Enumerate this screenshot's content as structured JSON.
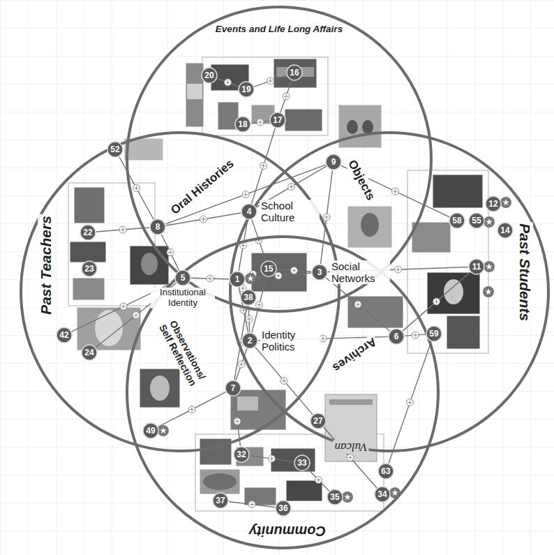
{
  "diagram": {
    "nodes": [
      {
        "text": [
          "Events and Life Long Affairs"
        ]
      },
      {
        "text": [
          "Past Teachers"
        ]
      },
      {
        "text": [
          "Past Students"
        ]
      },
      {
        "text": [
          "Community"
        ]
      },
      {
        "text": [
          "20"
        ],
        "in": 0
      },
      {
        "text": [
          "16"
        ],
        "in": 0
      },
      {
        "text": [
          "19"
        ],
        "in": 0
      },
      {
        "text": [
          "18"
        ],
        "in": 0
      },
      {
        "text": [
          "17"
        ],
        "in": 0
      },
      {
        "text": [
          "52"
        ],
        "in": 1
      },
      {
        "text": [
          "9"
        ]
      },
      {
        "text": [
          "4",
          "School Culture"
        ]
      },
      {
        "text": [
          "58"
        ],
        "in": 2
      },
      {
        "text": [
          "55"
        ],
        "in": 2
      },
      {
        "text": [
          "12"
        ],
        "in": 2
      },
      {
        "text": [
          "14"
        ],
        "in": 2
      },
      {
        "text": [
          "8"
        ]
      },
      {
        "text": [
          "22"
        ],
        "in": 1
      },
      {
        "text": [
          "23"
        ],
        "in": 1
      },
      {
        "text": [
          "11"
        ],
        "in": 2
      },
      {
        "text": [
          "15"
        ]
      },
      {
        "text": [
          "3",
          "Social Networks"
        ]
      },
      {
        "text": [
          "5",
          "Institutional Identity"
        ]
      },
      {
        "text": [
          "1"
        ]
      },
      {
        "text": [
          "38"
        ]
      },
      {
        "text": [
          "42"
        ],
        "in": 1
      },
      {
        "text": [
          "2",
          "Identity Politics"
        ]
      },
      {
        "text": [
          "6"
        ]
      },
      {
        "text": [
          "59"
        ],
        "in": 2
      },
      {
        "text": [
          "24"
        ],
        "in": 1
      },
      {
        "text": [
          "7"
        ]
      },
      {
        "text": [
          "27"
        ]
      },
      {
        "text": [
          "49"
        ]
      },
      {
        "text": [
          "32"
        ],
        "in": 3
      },
      {
        "text": [
          "33"
        ],
        "in": 3
      },
      {
        "text": [
          "63"
        ],
        "in": 3
      },
      {
        "text": [
          "34"
        ],
        "in": 3
      },
      {
        "text": [
          "37"
        ],
        "in": 3
      },
      {
        "text": [
          "35"
        ],
        "in": 3
      },
      {
        "text": [
          "36"
        ],
        "in": 3
      }
    ],
    "edges": [
      {
        "from": 23,
        "to": 11,
        "arrow": "none"
      },
      {
        "from": 23,
        "to": 21,
        "arrow": "none"
      },
      {
        "from": 23,
        "to": 26,
        "arrow": "none"
      },
      {
        "from": 23,
        "to": 22,
        "arrow": "none"
      },
      {
        "from": 23,
        "to": 20,
        "arrow": "none"
      },
      {
        "from": 23,
        "to": 24,
        "arrow": "none"
      },
      {
        "from": 20,
        "to": 11,
        "arrow": "none"
      },
      {
        "from": 20,
        "to": 21,
        "arrow": "none"
      },
      {
        "from": 20,
        "to": 26,
        "arrow": "none"
      },
      {
        "from": 24,
        "to": 26,
        "arrow": "none"
      },
      {
        "from": 11,
        "to": 16,
        "arrow": "none"
      },
      {
        "from": 11,
        "to": 10,
        "arrow": "none"
      },
      {
        "from": 21,
        "to": 10,
        "arrow": "none"
      },
      {
        "from": 21,
        "to": 27,
        "arrow": "none"
      },
      {
        "from": 21,
        "to": 19,
        "arrow": "none"
      },
      {
        "from": 26,
        "to": 30,
        "arrow": "none"
      },
      {
        "from": 26,
        "to": 31,
        "arrow": "none"
      },
      {
        "from": 26,
        "to": 27,
        "arrow": "none"
      },
      {
        "from": 22,
        "to": 16,
        "arrow": "none"
      },
      {
        "from": 22,
        "to": 25,
        "arrow": "none"
      },
      {
        "from": 22,
        "to": 29,
        "arrow": "none"
      },
      {
        "from": 16,
        "to": 17,
        "arrow": "none"
      },
      {
        "from": 16,
        "to": 9,
        "arrow": "none"
      },
      {
        "from": 16,
        "to": 10,
        "arrow": "none"
      },
      {
        "from": 5,
        "to": 6,
        "arrow": "none"
      },
      {
        "from": 6,
        "to": 4,
        "arrow": "none"
      },
      {
        "from": 8,
        "to": 5,
        "arrow": "none"
      },
      {
        "from": 8,
        "to": 7,
        "arrow": "none"
      },
      {
        "from": 11,
        "to": 8,
        "arrow": "none"
      },
      {
        "from": 30,
        "to": 32,
        "arrow": "none"
      },
      {
        "from": 30,
        "to": 33,
        "arrow": "none"
      },
      {
        "from": 31,
        "to": 36,
        "arrow": "none"
      },
      {
        "from": 27,
        "to": 28,
        "arrow": "none"
      },
      {
        "from": 12,
        "to": 10,
        "arrow": "none"
      },
      {
        "from": 34,
        "to": 38,
        "arrow": "none"
      },
      {
        "from": 33,
        "to": 34,
        "arrow": "none"
      },
      {
        "from": 37,
        "to": 39,
        "arrow": "none"
      },
      {
        "from": 24,
        "to": 30,
        "arrow": "none"
      },
      {
        "from": 19,
        "to": 27,
        "arrow": "none"
      },
      {
        "from": 28,
        "to": 35,
        "arrow": "none"
      }
    ],
    "labels": [
      "Oral Histories",
      "Objects",
      "Archives",
      "Observations/ Self Reflection",
      "Vulcan"
    ]
  }
}
